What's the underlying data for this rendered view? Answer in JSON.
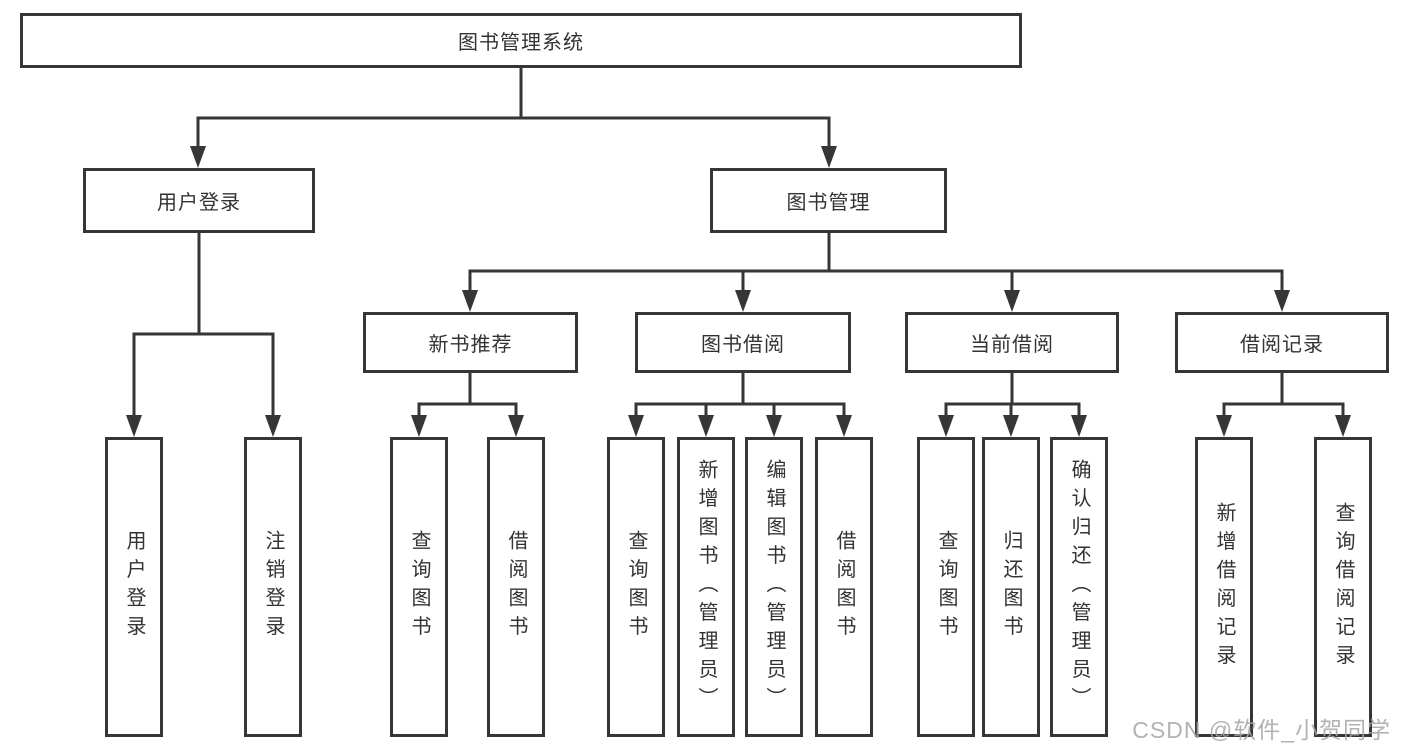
{
  "page": {
    "watermark": "CSDN @软件_小贺同学"
  },
  "colors": {
    "line": "#363636",
    "box_border": "#363636",
    "text": "#333333",
    "background": "#ffffff",
    "watermark": "#a4a4a4"
  },
  "tree": {
    "root": {
      "label": "图书管理系统"
    },
    "level2": [
      {
        "label": "用户登录",
        "children": [
          {
            "label": "用户登录"
          },
          {
            "label": "注销登录"
          }
        ]
      },
      {
        "label": "图书管理",
        "groups": [
          {
            "label": "新书推荐",
            "children": [
              {
                "label": "查询图书"
              },
              {
                "label": "借阅图书"
              }
            ]
          },
          {
            "label": "图书借阅",
            "children": [
              {
                "label": "查询图书"
              },
              {
                "label": "新增图书（管理员）"
              },
              {
                "label": "编辑图书（管理员）"
              },
              {
                "label": "借阅图书"
              }
            ]
          },
          {
            "label": "当前借阅",
            "children": [
              {
                "label": "查询图书"
              },
              {
                "label": "归还图书"
              },
              {
                "label": "确认归还（管理员）"
              }
            ]
          },
          {
            "label": "借阅记录",
            "children": [
              {
                "label": "新增借阅记录"
              },
              {
                "label": "查询借阅记录"
              }
            ]
          }
        ]
      }
    ]
  }
}
